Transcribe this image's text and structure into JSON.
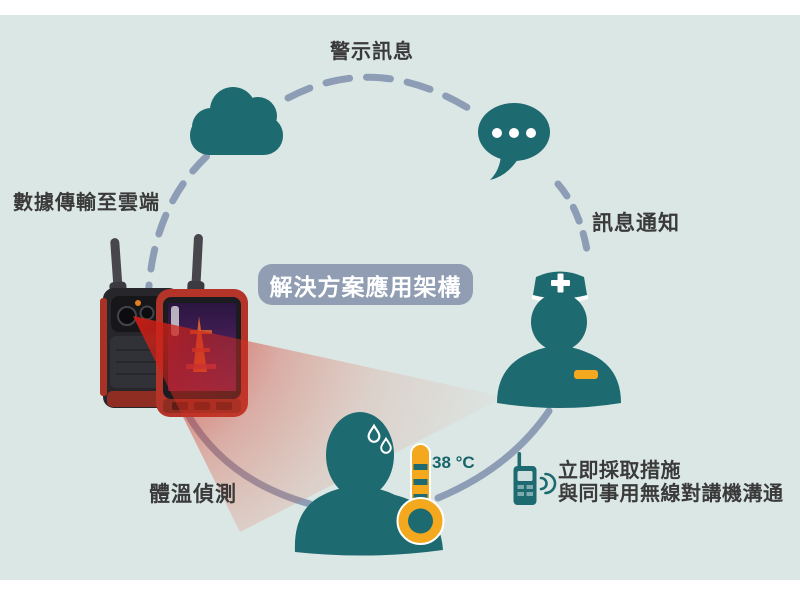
{
  "title_box": {
    "label": "解決方案應用架構"
  },
  "labels": {
    "alert_message": "警示訊息",
    "data_to_cloud": "數據傳輸至雲端",
    "message_notification": "訊息通知",
    "temperature_detection": "體溫偵測",
    "take_action_line1": "立即採取措施",
    "take_action_line2": "與同事用無線對講機溝通",
    "temperature_reading": "38 °C"
  },
  "icons": [
    "cloud-icon",
    "speech-bubble-icon",
    "nurse-icon",
    "fever-person-icon",
    "thermometer-icon",
    "sweat-drops-icon",
    "walkie-talkie-icon",
    "thermal-rugged-phones-icon",
    "thermal-beam"
  ],
  "colors": {
    "background": "#dbe7e5",
    "teal": "#1d6a70",
    "blue_gray": "#8d9db5",
    "title_box_bg": "#909db2",
    "yellow": "#f3a81e",
    "beam_red": "#d6281c",
    "text_dark": "#3a3a3a",
    "white": "#ffffff"
  }
}
